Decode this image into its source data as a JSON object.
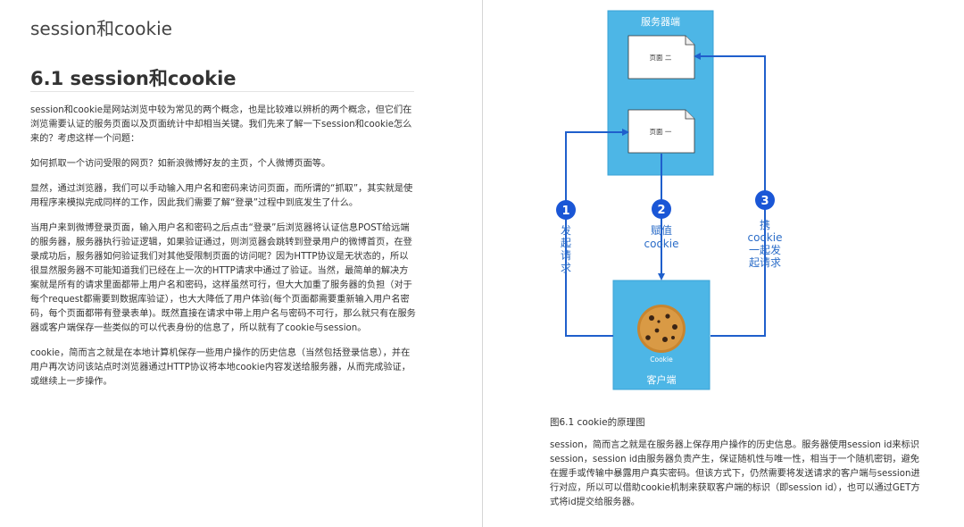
{
  "left": {
    "doc_title": "session和cookie",
    "section_title": "6.1 session和cookie",
    "paragraphs": [
      "session和cookie是网站浏览中较为常见的两个概念，也是比较难以辨析的两个概念，但它们在浏览需要认证的服务页面以及页面统计中却相当关键。我们先来了解一下session和cookie怎么来的？考虑这样一个问题：",
      "如何抓取一个访问受限的网页？如新浪微博好友的主页，个人微博页面等。",
      "显然，通过浏览器，我们可以手动输入用户名和密码来访问页面，而所谓的“抓取”，其实就是使用程序来模拟完成同样的工作，因此我们需要了解“登录”过程中到底发生了什么。",
      "当用户来到微博登录页面，输入用户名和密码之后点击“登录”后浏览器将认证信息POST给远端的服务器，服务器执行验证逻辑，如果验证通过，则浏览器会跳转到登录用户的微博首页，在登录成功后，服务器如何验证我们对其他受限制页面的访问呢？因为HTTP协议是无状态的，所以很显然服务器不可能知道我们已经在上一次的HTTP请求中通过了验证。当然，最简单的解决方案就是所有的请求里面都带上用户名和密码，这样虽然可行，但大大加重了服务器的负担（对于每个request都需要到数据库验证），也大大降低了用户体验(每个页面都需要重新输入用户名密码，每个页面都带有登录表单)。既然直接在请求中带上用户名与密码不可行，那么就只有在服务器或客户端保存一些类似的可以代表身份的信息了，所以就有了cookie与session。",
      "cookie，简而言之就是在本地计算机保存一些用户操作的历史信息（当然包括登录信息），并在用户再次访问该站点时浏览器通过HTTP协议将本地cookie内容发送给服务器，从而完成验证，或继续上一步操作。"
    ]
  },
  "diagram": {
    "server_label": "服务器端",
    "page2_label": "页面 二",
    "page1_label": "页面 一",
    "client_label": "客户端",
    "cookie_image_label": "Cookie",
    "step1_number": "1",
    "step1_label": [
      "发",
      "起",
      "请",
      "求"
    ],
    "step2_number": "2",
    "step2_label": [
      "赋值",
      "cookie"
    ],
    "step3_number": "3",
    "step3_label": [
      "携",
      "cookie",
      "一起发",
      "起请求"
    ],
    "colors": {
      "server_box": "#4db6e6",
      "client_box": "#4db6e6",
      "arrow": "#1f5fcc",
      "badge": "#1a56d6"
    }
  },
  "right": {
    "caption": "图6.1 cookie的原理图",
    "paragraph": "session，简而言之就是在服务器上保存用户操作的历史信息。服务器使用session id来标识session，session id由服务器负责产生，保证随机性与唯一性，相当于一个随机密钥，避免在握手或传输中暴露用户真实密码。但该方式下，仍然需要将发送请求的客户端与session进行对应，所以可以借助cookie机制来获取客户端的标识（即session id），也可以通过GET方式将id提交给服务器。"
  }
}
